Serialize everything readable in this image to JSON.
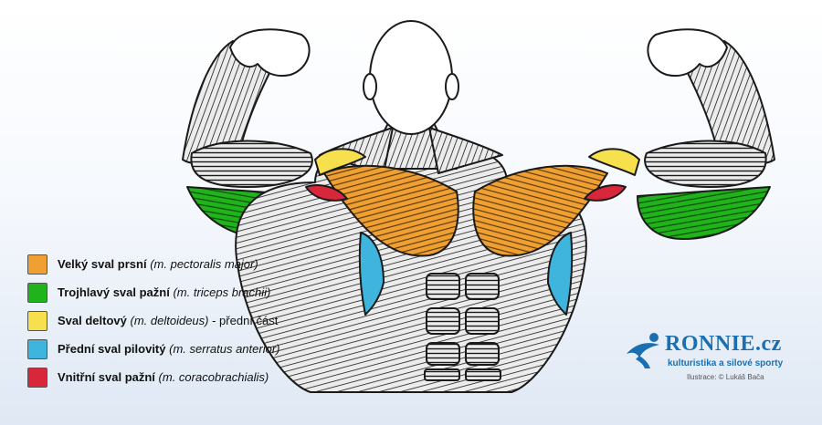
{
  "legend": [
    {
      "name": "Velký sval prsní",
      "latin": "(m. pectoralis major)",
      "suffix": "",
      "color": "#f0a033"
    },
    {
      "name": "Trojhlavý sval pažní",
      "latin": "(m. triceps brachii)",
      "suffix": "",
      "color": "#21b31b"
    },
    {
      "name": "Sval deltový",
      "latin": "(m. deltoideus)",
      "suffix": "- přední část",
      "color": "#f7e04e"
    },
    {
      "name": "Přední sval pilovitý",
      "latin": "(m. serratus anterior)",
      "suffix": "",
      "color": "#3fb4dc"
    },
    {
      "name": "Vnitřní sval pažní",
      "latin": "(m. coracobrachialis)",
      "suffix": "",
      "color": "#d8263a"
    }
  ],
  "logo": {
    "wordmark": "RONNIE.cz",
    "tagline": "kulturistika a silové sporty",
    "credit": "Ilustrace: © Lukáš Bača",
    "color": "#1a6fb0"
  },
  "illustration": {
    "subject": "front double biceps anatomy",
    "body_color": "#e4e4e4",
    "outline_color": "#1a1a1a"
  }
}
